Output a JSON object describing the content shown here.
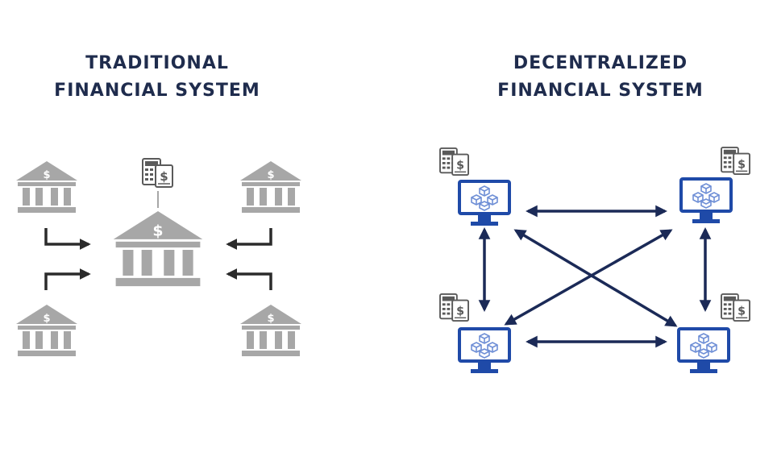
{
  "left_panel": {
    "title_line1": "TRADITIONAL",
    "title_line2": "FINANCIAL SYSTEM"
  },
  "right_panel": {
    "title_line1": "DECENTRALIZED",
    "title_line2": "FINANCIAL SYSTEM"
  },
  "icons": {
    "bank": "bank-icon",
    "central_bank": "central-bank-icon",
    "ledger": "calculator-ledger-icon",
    "computer_node": "computer-node-icon",
    "blockchain": "blockchain-cubes-icon"
  },
  "colors": {
    "title": "#1f2c4d",
    "bank_gray": "#a7a7a7",
    "arrow_dark": "#2b2b2b",
    "node_blue": "#1f4aa8",
    "connection_navy": "#1b2a57",
    "ledger_gray": "#5a5a5a"
  }
}
